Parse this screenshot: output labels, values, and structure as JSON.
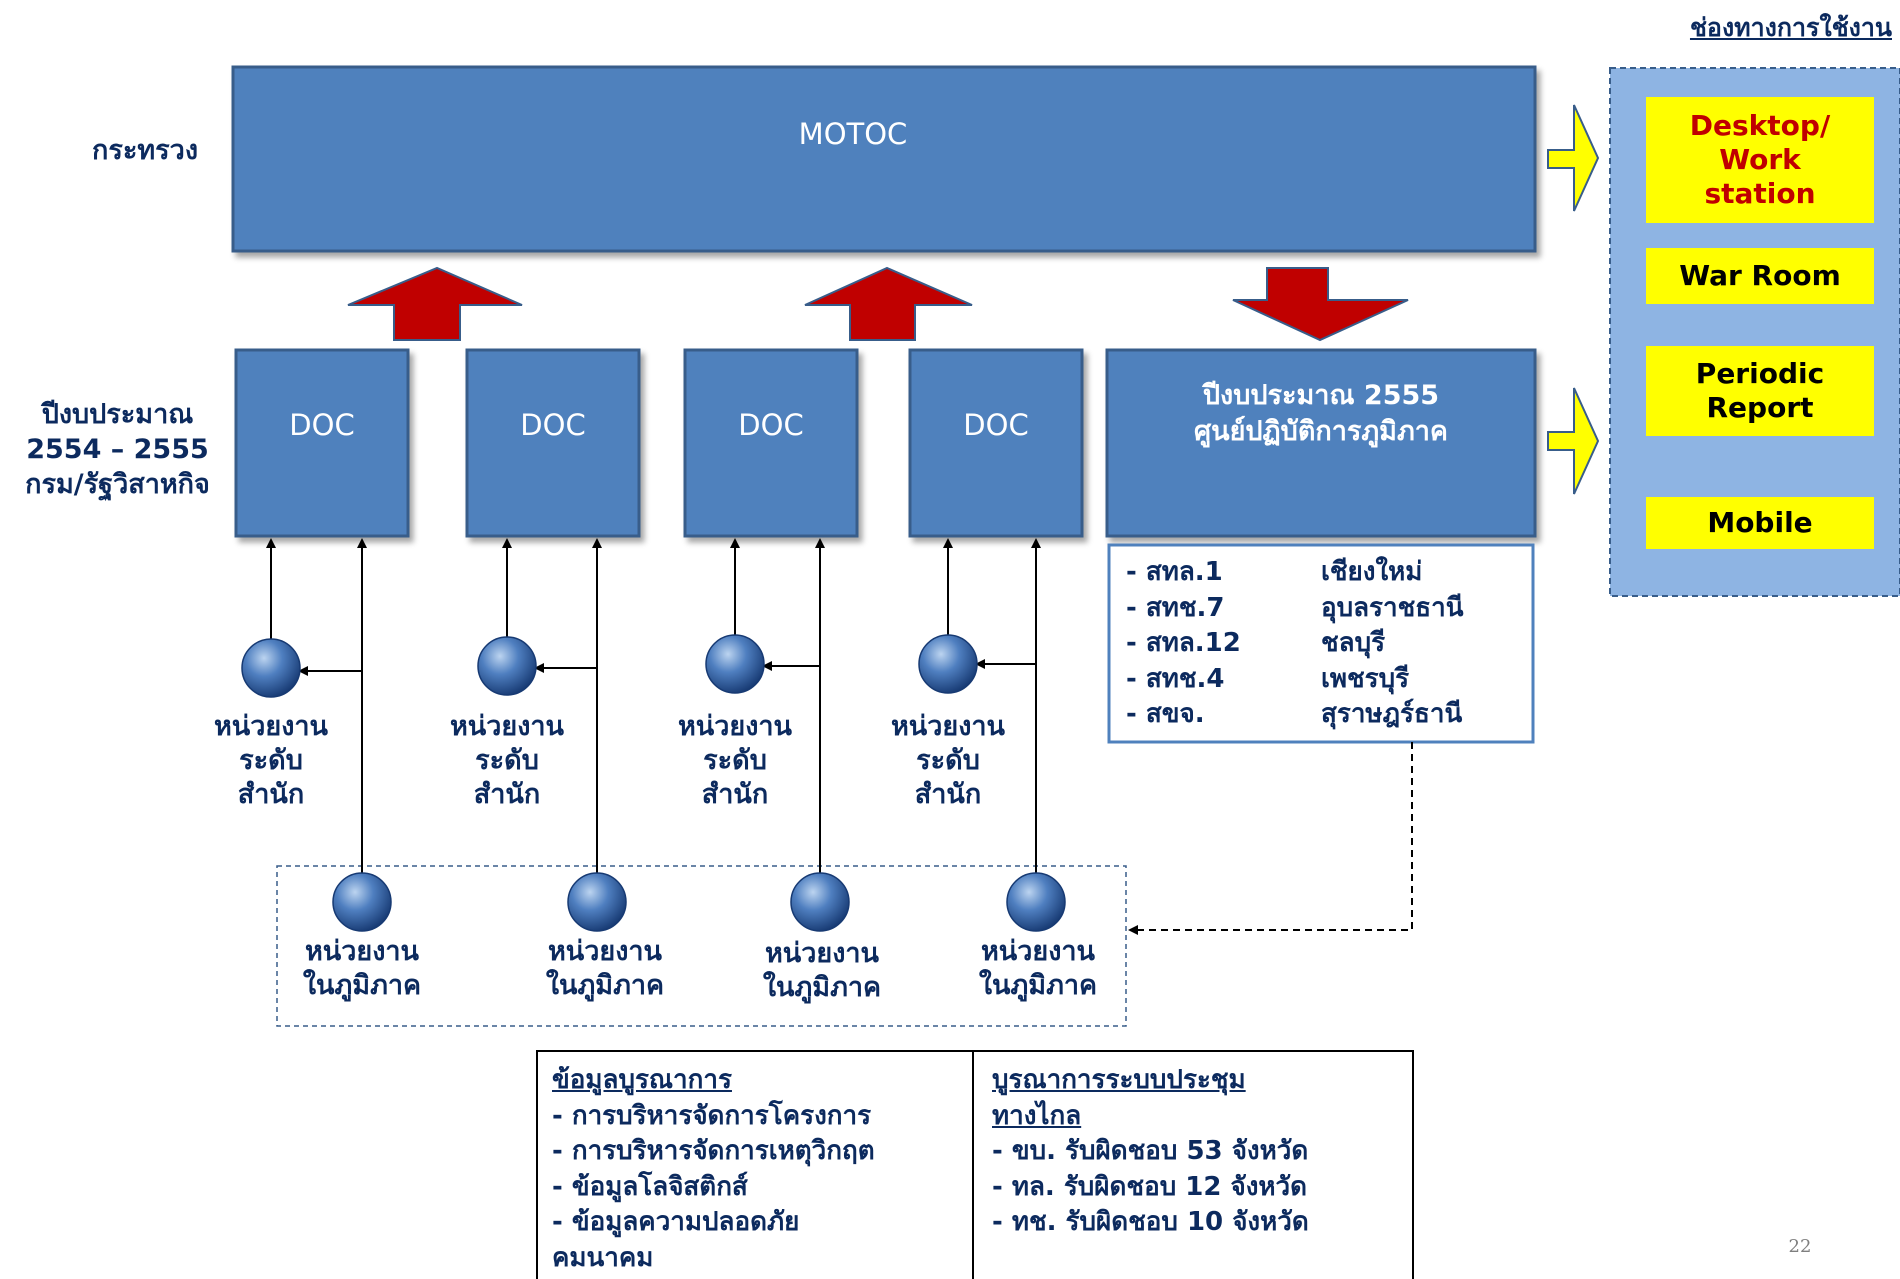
{
  "header": {
    "usage_channels_title": "ช่องทางการใช้งาน"
  },
  "levels": {
    "ministry": "กระทรวง",
    "dept": [
      "ปีงบประมาณ",
      "2554 – 2555",
      "กรม/รัฐวิสาหกิจ"
    ]
  },
  "motoc_label": "MOTOC",
  "doc_boxes": [
    "DOC",
    "DOC",
    "DOC",
    "DOC"
  ],
  "regional_center": {
    "line1": "ปีงบประมาณ 2555",
    "line2": "ศูนย์ปฏิบัติการภูมิภาค"
  },
  "regional_list": [
    {
      "code": "- สทล.1",
      "city": "เชียงใหม่"
    },
    {
      "code": "- สทช.7",
      "city": "อุบลราชธานี"
    },
    {
      "code": "- สทล.12",
      "city": "ชลบุรี"
    },
    {
      "code": "- สทช.4",
      "city": "เพชรบุรี"
    },
    {
      "code": "- สขจ.",
      "city": "สุราษฎร์ธานี"
    }
  ],
  "office_units": [
    [
      "หน่วยงาน",
      "ระดับ",
      "สำนัก"
    ],
    [
      "หน่วยงาน",
      "ระดับ",
      "สำนัก"
    ],
    [
      "หน่วยงาน",
      "ระดับ",
      "สำนัก"
    ],
    [
      "หน่วยงาน",
      "ระดับ",
      "สำนัก"
    ]
  ],
  "regional_units": [
    [
      "หน่วยงาน",
      "ในภูมิภาค"
    ],
    [
      "หน่วยงาน",
      "ในภูมิภาค"
    ],
    [
      "หน่วยงาน",
      "ในภูมิภาค"
    ],
    [
      "หน่วยงาน",
      "ในภูมิภาค"
    ]
  ],
  "channels": [
    {
      "label": [
        "Desktop/",
        "Work",
        "station"
      ],
      "text_color": "#c00000"
    },
    {
      "label": [
        "War Room"
      ],
      "text_color": "#000000"
    },
    {
      "label": [
        "Periodic",
        "Report"
      ],
      "text_color": "#000000"
    },
    {
      "label": [
        "Mobile"
      ],
      "text_color": "#000000"
    }
  ],
  "integration_box": {
    "title": "ข้อมูลบูรณาการ",
    "items": [
      "-  การบริหารจัดการโครงการ",
      "-  การบริหารจัดการเหตุวิกฤต",
      "-  ข้อมูลโลจิสติกส์",
      "-  ข้อมูลความปลอดภัย"
    ],
    "continuation": "คมนาคม"
  },
  "conference_box": {
    "title_lines": [
      "บูรณาการระบบประชุม",
      "ทางไกล"
    ],
    "items": [
      "-  ขบ. รับผิดชอบ 53 จังหวัด",
      "-  ทล. รับผิดชอบ 12 จังหวัด",
      "-  ทช. รับผิดชอบ 10 จังหวัด"
    ]
  },
  "page_number": "22",
  "colors": {
    "box_blue": "#4f81bd",
    "box_border": "#385d8a",
    "label_navy": "#0c2a5e",
    "arrow_red": "#c00000",
    "arrow_yellow": "#ffff00",
    "channel_panel": "#8eb4e3",
    "channel_yellow": "#ffff00"
  }
}
